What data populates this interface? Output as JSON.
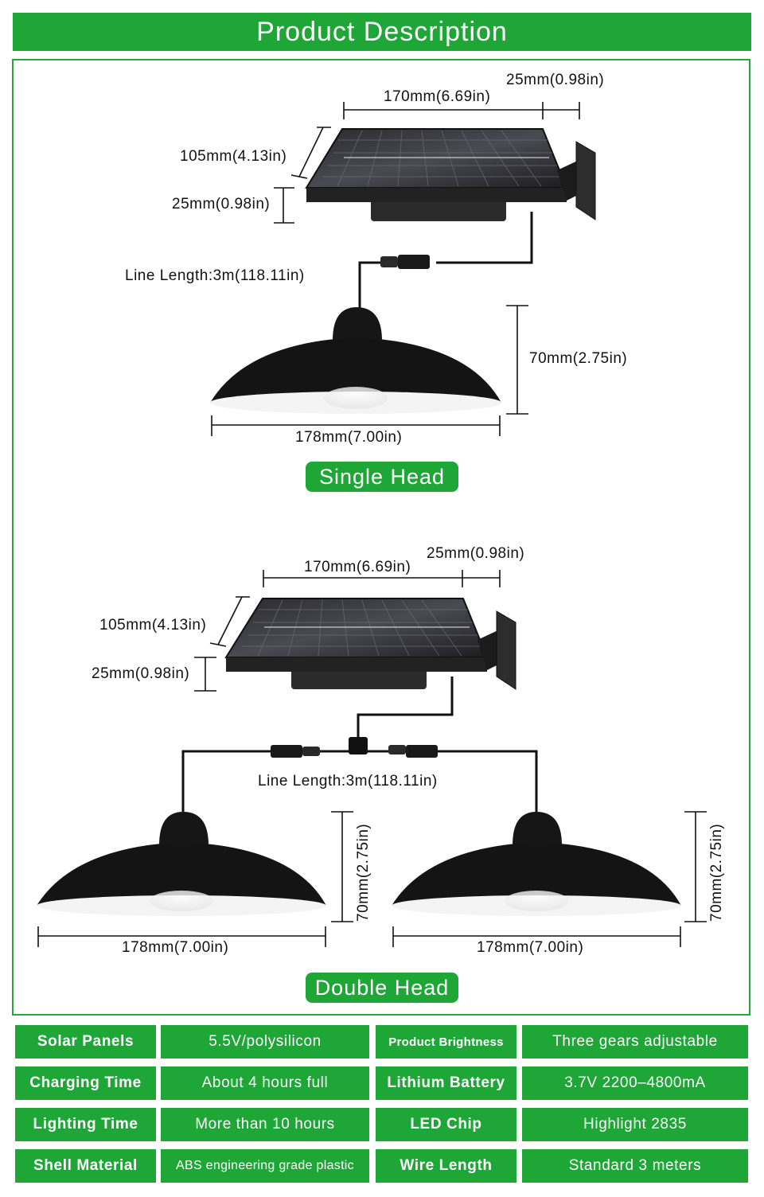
{
  "header": {
    "title": "Product Description"
  },
  "single": {
    "badge": "Single Head",
    "panel_width": "170mm(6.69in)",
    "bracket_width": "25mm(0.98in)",
    "panel_depth": "105mm(4.13in)",
    "panel_height": "25mm(0.98in)",
    "line_length": "Line Length:3m(118.11in)",
    "lamp_height": "70mm(2.75in)",
    "lamp_width": "178mm(7.00in)"
  },
  "double": {
    "badge": "Double Head",
    "panel_width": "170mm(6.69in)",
    "bracket_width": "25mm(0.98in)",
    "panel_depth": "105mm(4.13in)",
    "panel_height": "25mm(0.98in)",
    "line_length": "Line Length:3m(118.11in)",
    "lamp1_height": "70mm(2.75in)",
    "lamp1_width": "178mm(7.00in)",
    "lamp2_height": "70mm(2.75in)",
    "lamp2_width": "178mm(7.00in)"
  },
  "specs": [
    {
      "label": "Solar Panels",
      "value": "5.5V/polysilicon"
    },
    {
      "label": "Product Brightness",
      "value": "Three gears adjustable"
    },
    {
      "label": "Charging Time",
      "value": "About 4 hours full"
    },
    {
      "label": "Lithium Battery",
      "value": "3.7V 2200–4800mA"
    },
    {
      "label": "Lighting Time",
      "value": "More than 10 hours"
    },
    {
      "label": "LED Chip",
      "value": "Highlight 2835"
    },
    {
      "label": "Shell Material",
      "value": "ABS engineering grade plastic"
    },
    {
      "label": "Wire Length",
      "value": "Standard 3 meters"
    }
  ],
  "colors": {
    "accent": "#1ea636",
    "frame": "#2aa63a",
    "product": "#111111"
  }
}
